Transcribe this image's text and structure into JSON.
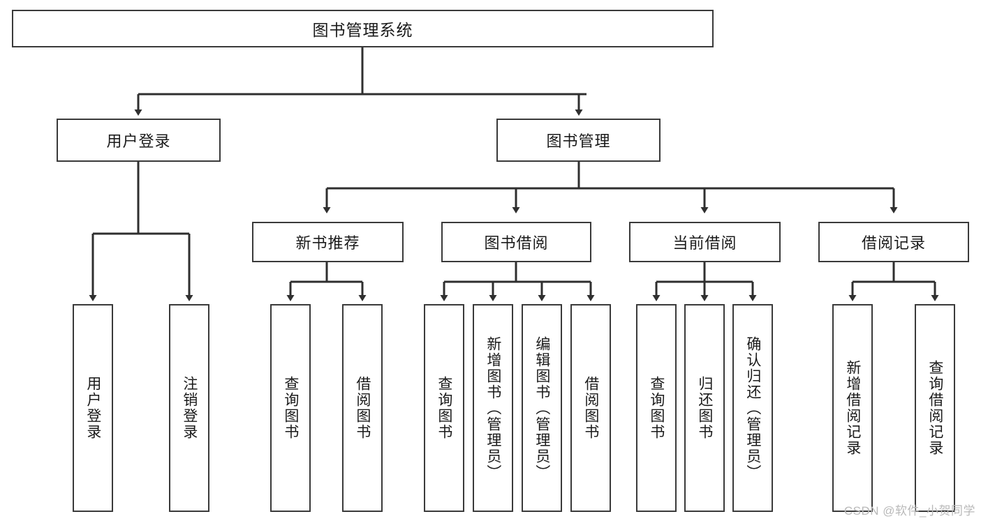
{
  "diagram": {
    "title": "图书管理系统",
    "type": "tree-hierarchy-chart",
    "watermark": "CSDN @软件_小贺同学",
    "colors": {
      "stroke": "#3a3a3a",
      "fill": "#ffffff",
      "text": "#1a1a1a",
      "watermark": "#b9b9b9"
    },
    "root": {
      "label": "图书管理系统"
    },
    "level2": [
      {
        "label": "用户登录"
      },
      {
        "label": "图书管理"
      }
    ],
    "level3": [
      {
        "label": "新书推荐"
      },
      {
        "label": "图书借阅"
      },
      {
        "label": "当前借阅"
      },
      {
        "label": "借阅记录"
      }
    ],
    "leaves": {
      "user_login": [
        {
          "label": "用户登录"
        },
        {
          "label": "注销登录"
        }
      ],
      "new_book": [
        {
          "label": "查询图书"
        },
        {
          "label": "借阅图书"
        }
      ],
      "borrow_book": [
        {
          "label": "查询图书"
        },
        {
          "label": "新增图书（管理员）"
        },
        {
          "label": "编辑图书（管理员）"
        },
        {
          "label": "借阅图书"
        }
      ],
      "current_borrow": [
        {
          "label": "查询图书"
        },
        {
          "label": "归还图书"
        },
        {
          "label": "确认归还（管理员）"
        }
      ],
      "borrow_record": [
        {
          "label": "新增借阅记录"
        },
        {
          "label": "查询借阅记录"
        }
      ]
    }
  }
}
